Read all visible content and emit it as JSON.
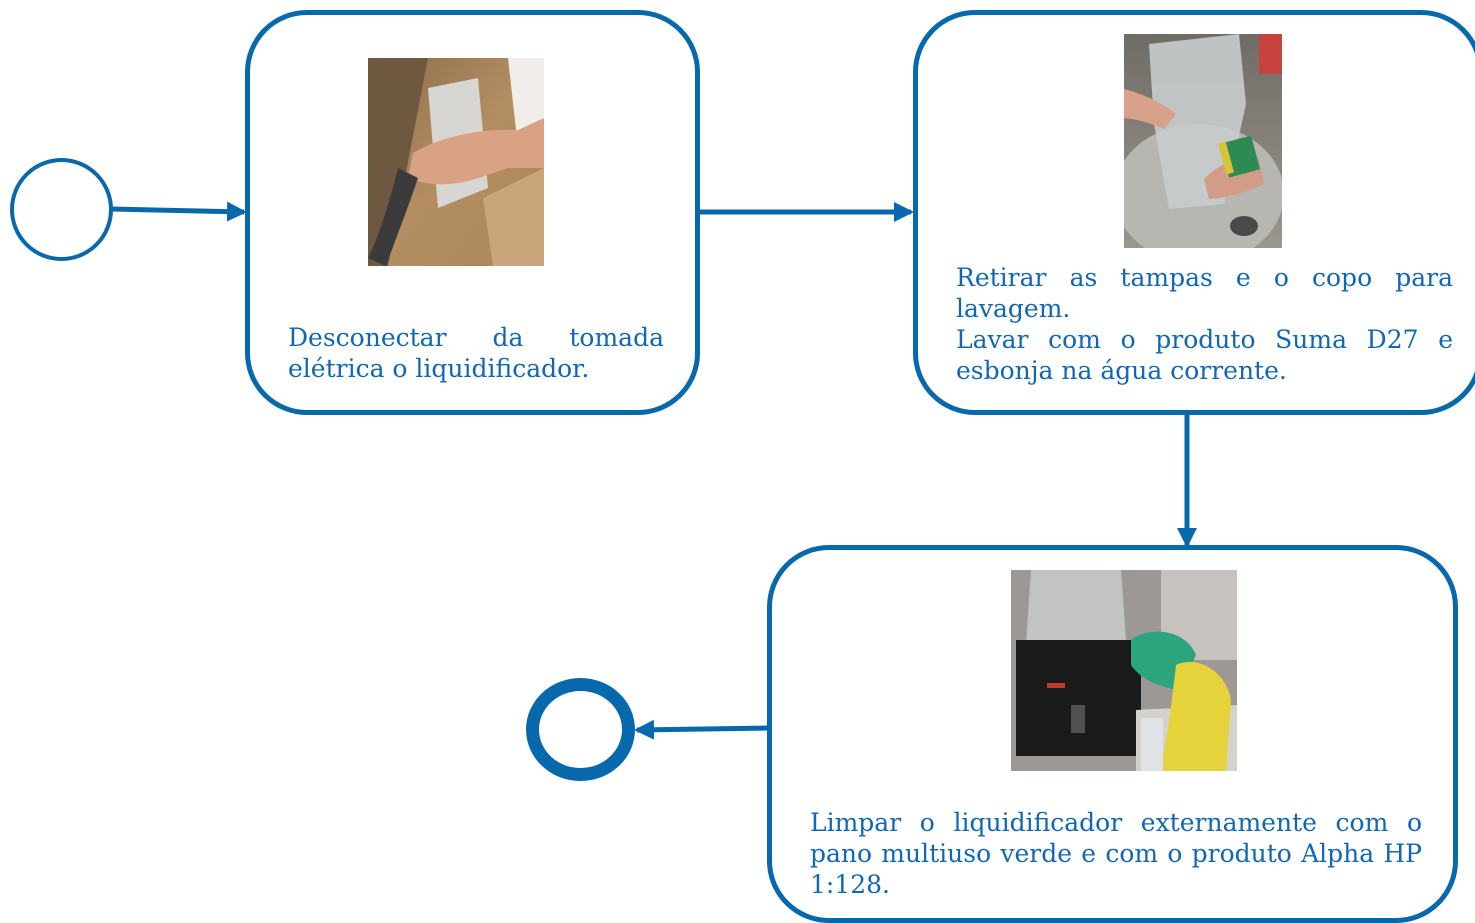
{
  "colors": {
    "stroke": "#0868ac",
    "text": "#1267b2",
    "background": "#ffffff"
  },
  "events": {
    "start": {
      "icon": "start-event-circle"
    },
    "end": {
      "icon": "end-event-circle"
    }
  },
  "tasks": [
    {
      "photo": "hand-unplugging-blender-photo",
      "lines": [
        "Desconectar da tomada elétrica o liquidificador."
      ]
    },
    {
      "photo": "washing-blender-jar-with-sponge-photo",
      "lines": [
        "Retirar as tampas e o copo para lavagem.",
        "Lavar com o produto Suma D27 e esbonja na água corrente."
      ]
    },
    {
      "photo": "wiping-blender-base-with-green-cloth-photo",
      "lines": [
        "Limpar o liquidificador externamente com o pano multiuso verde e com o produto Alpha HP 1:128."
      ]
    }
  ]
}
